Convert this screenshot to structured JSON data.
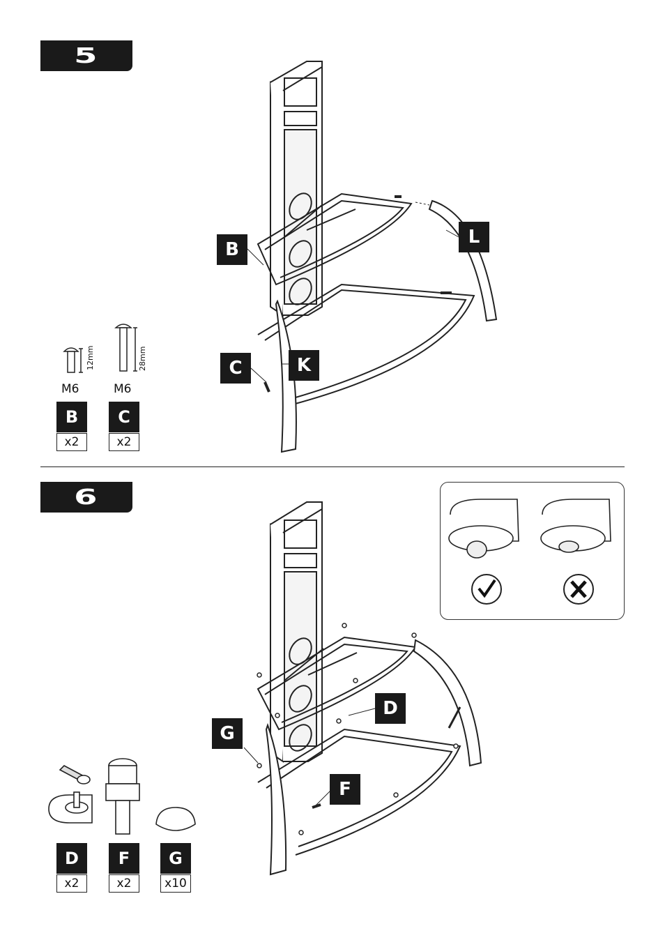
{
  "steps": [
    {
      "number": "5"
    },
    {
      "number": "6"
    }
  ],
  "step5": {
    "callouts": {
      "b": "B",
      "c": "C",
      "k": "K",
      "l": "L"
    },
    "hardware": [
      {
        "label": "B",
        "qty": "x2",
        "thread": "M6",
        "length": "12mm"
      },
      {
        "label": "C",
        "qty": "x2",
        "thread": "M6",
        "length": "28mm"
      }
    ]
  },
  "step6": {
    "callouts": {
      "d": "D",
      "f": "F",
      "g": "G"
    },
    "hardware": [
      {
        "label": "D",
        "qty": "x2"
      },
      {
        "label": "F",
        "qty": "x2"
      },
      {
        "label": "G",
        "qty": "x10"
      }
    ],
    "inset": {
      "correct_icon": "check-icon",
      "wrong_icon": "cross-icon"
    }
  },
  "colors": {
    "ink": "#1a1a1a",
    "paper": "#ffffff"
  }
}
